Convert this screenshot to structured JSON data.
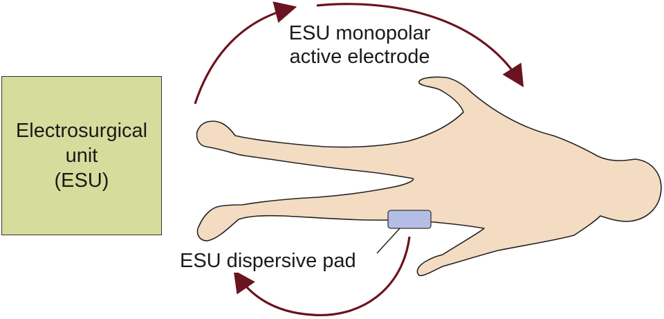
{
  "esu_unit": {
    "line1": "Electrosurgical",
    "line2": "unit",
    "line3": "(ESU)"
  },
  "labels": {
    "active_line1": "ESU monopolar",
    "active_line2": "active electrode",
    "dispersive": "ESU dispersive pad"
  },
  "colors": {
    "skin": "#f3dcc2",
    "outline": "#222222",
    "unit_fill": "#d6dc9b",
    "pad_fill": "#b4bde6",
    "arrow": "#6b1320"
  }
}
